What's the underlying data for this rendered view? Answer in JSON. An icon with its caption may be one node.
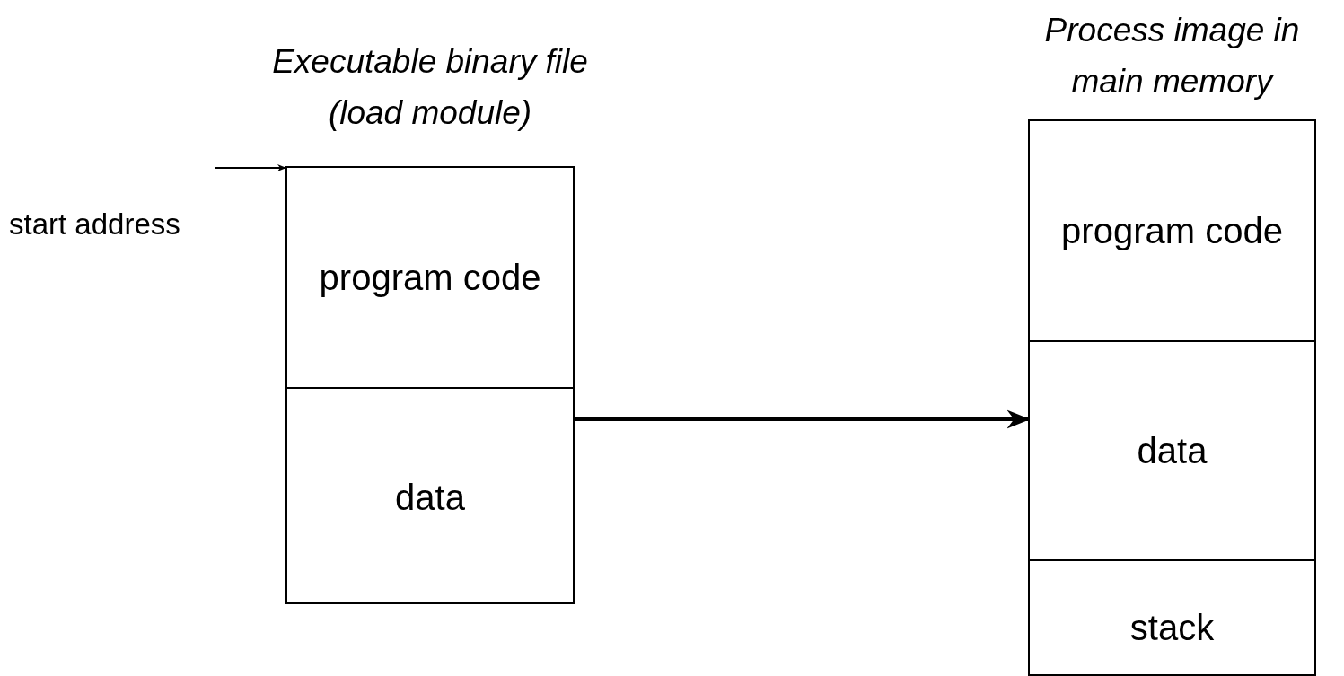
{
  "diagram": {
    "nodes": [
      {
        "text": [
          "start address"
        ]
      },
      {
        "text": [
          "Executable binary file (load module)"
        ]
      },
      {
        "text": [
          "program code"
        ],
        "in": 1
      },
      {
        "text": [
          "data"
        ],
        "in": 1
      },
      {
        "text": [
          "Process image in main memory"
        ]
      },
      {
        "text": [
          "program code"
        ],
        "in": 4
      },
      {
        "text": [
          "data"
        ],
        "in": 4
      },
      {
        "text": [
          "stack"
        ],
        "in": 4
      }
    ],
    "edges": [
      {
        "from": 0,
        "to": 1,
        "arrow": "to"
      },
      {
        "from": 1,
        "to": 4,
        "arrow": "to"
      }
    ]
  }
}
